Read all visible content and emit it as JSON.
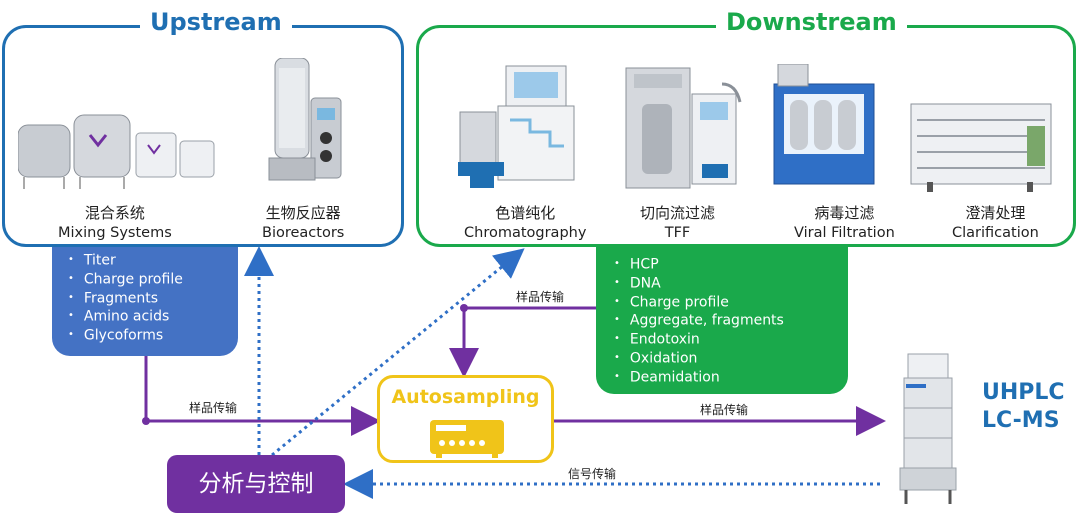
{
  "upstream": {
    "title": "Upstream",
    "color": "#1f6fb2",
    "equipment": [
      {
        "cn": "混合系统",
        "en": "Mixing Systems",
        "icon": "mixing-tanks-icon"
      },
      {
        "cn": "生物反应器",
        "en": "Bioreactors",
        "icon": "bioreactor-icon"
      }
    ],
    "metrics": [
      "Titer",
      "Charge profile",
      "Fragments",
      "Amino acids",
      "Glycoforms"
    ],
    "metrics_color": "#4472c4"
  },
  "downstream": {
    "title": "Downstream",
    "color": "#1aa94b",
    "equipment": [
      {
        "cn": "色谱纯化",
        "en": "Chromatography",
        "icon": "chromatography-skid-icon"
      },
      {
        "cn": "切向流过滤",
        "en": "TFF",
        "icon": "tff-system-icon"
      },
      {
        "cn": "病毒过滤",
        "en": "Viral Filtration",
        "icon": "viral-filtration-icon"
      },
      {
        "cn": "澄清处理",
        "en": "Clarification",
        "icon": "clarification-rack-icon"
      }
    ],
    "metrics": [
      "HCP",
      "DNA",
      "Charge profile",
      "Aggregate, fragments",
      "Endotoxin",
      "Oxidation",
      "Deamidation"
    ]
  },
  "autosampling": {
    "title": "Autosampling",
    "color": "#f0c419"
  },
  "control": {
    "label": "分析与控制",
    "color": "#7030a0"
  },
  "instrument": {
    "line1": "UHPLC",
    "line2": "LC-MS"
  },
  "flow_labels": {
    "sample_up": "样品传输",
    "sample_down": "样品传输",
    "sample_to_instrument": "样品传输",
    "signal": "信号传输"
  }
}
